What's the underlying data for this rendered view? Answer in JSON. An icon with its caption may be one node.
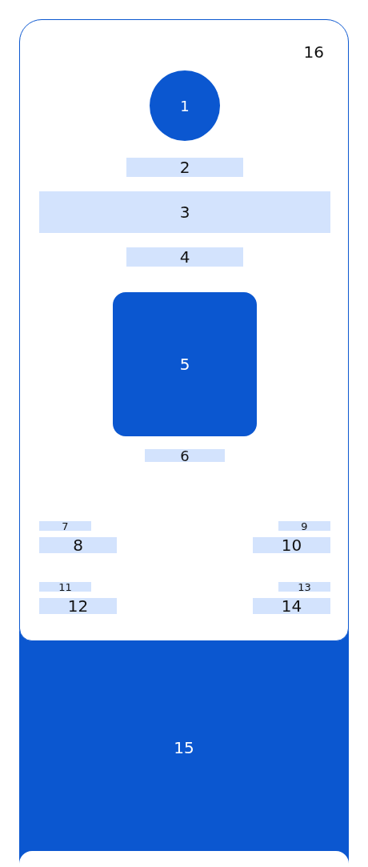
{
  "diagram": {
    "nodes": [
      {
        "text": [
          "16"
        ]
      },
      {
        "text": [
          "1"
        ],
        "in": 0
      },
      {
        "text": [
          "2"
        ],
        "in": 0
      },
      {
        "text": [
          "3"
        ],
        "in": 0
      },
      {
        "text": [
          "4"
        ],
        "in": 0
      },
      {
        "text": [
          "5"
        ],
        "in": 0
      },
      {
        "text": [
          "6"
        ],
        "in": 0
      },
      {
        "text": [
          "7"
        ],
        "in": 0
      },
      {
        "text": [
          "8"
        ],
        "in": 0
      },
      {
        "text": [
          "9"
        ],
        "in": 0
      },
      {
        "text": [
          "10"
        ],
        "in": 0
      },
      {
        "text": [
          "11"
        ],
        "in": 0
      },
      {
        "text": [
          "12"
        ],
        "in": 0
      },
      {
        "text": [
          "13"
        ],
        "in": 0
      },
      {
        "text": [
          "14"
        ],
        "in": 0
      },
      {
        "text": [
          "15"
        ]
      },
      {
        "text": [],
        "shape": "box"
      }
    ]
  }
}
